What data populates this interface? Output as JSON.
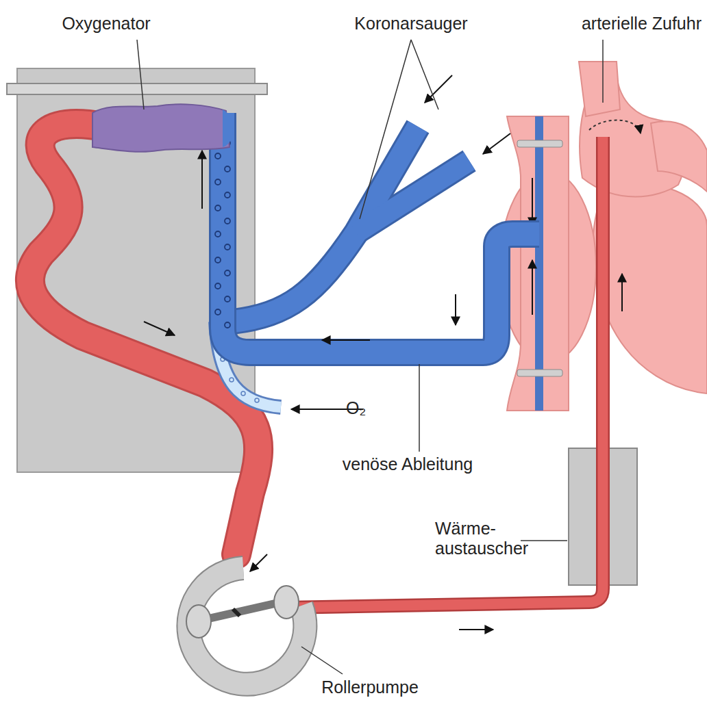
{
  "diagram": {
    "labels": [
      "Oxygenator",
      "Koronarsauger",
      "arterielle Zufuhr",
      "venöse Ableitung",
      "O₂",
      "Wärme- austauscher",
      "Rollerpumpe"
    ]
  }
}
